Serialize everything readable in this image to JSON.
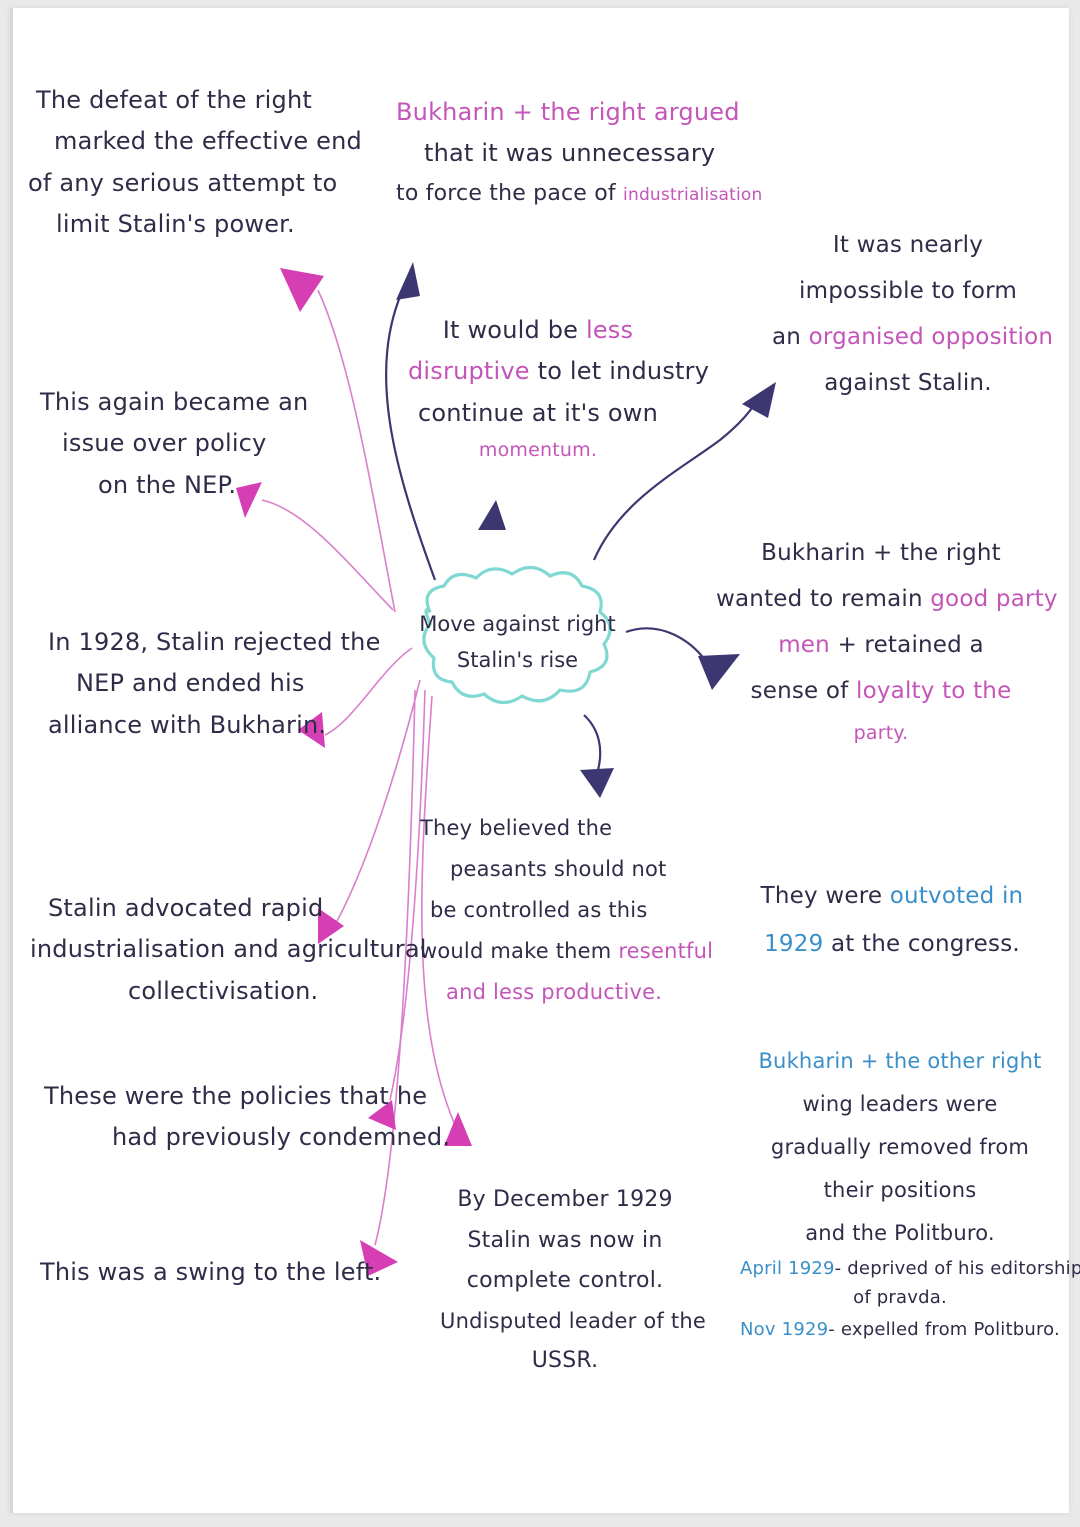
{
  "center": {
    "line1": "Move against right",
    "line2": "Stalin's rise"
  },
  "notes": {
    "defeat": {
      "lines": [
        "The defeat of the right",
        "marked the effective end",
        "of any serious attempt to",
        "limit Stalin's power."
      ]
    },
    "again": {
      "lines": [
        "This again became an",
        "issue over policy",
        "on the NEP."
      ]
    },
    "y1928": {
      "lines": [
        "In 1928, Stalin rejected the",
        "NEP and ended his",
        "alliance with Bukharin."
      ]
    },
    "advocated": {
      "lines": [
        "Stalin advocated rapid",
        "industrialisation and agricultural",
        "collectivisation."
      ]
    },
    "policies": {
      "lines": [
        "These were the policies that he",
        "had previously condemned."
      ]
    },
    "swing": {
      "text": "This was a swing to the left."
    },
    "argued": {
      "line1": "Bukharin + the right argued",
      "line2": "that it was unnecessary",
      "line3_a": "to force the pace of ",
      "line3_b": "industrialisation"
    },
    "lessdisruptive": {
      "line1_a": "It would be ",
      "line1_b": "less",
      "line2_a": "disruptive",
      "line2_b": " to let industry",
      "line3": "continue at it's own",
      "line4": "momentum."
    },
    "nearly": {
      "line1": "It was nearly",
      "line2": "impossible to form",
      "line3_a": "an ",
      "line3_b": "organised opposition",
      "line4": "against Stalin."
    },
    "loyal": {
      "line1": "Bukharin + the right",
      "line2_a": "wanted to remain ",
      "line2_b": "good party",
      "line3_a": "men",
      "line3_b": " + retained a",
      "line4_a": "sense of ",
      "line4_b": "loyalty to the",
      "line5": "party."
    },
    "peasants": {
      "line1": "They believed the",
      "line2": "peasants should not",
      "line3": "be controlled as this",
      "line4_a": "would make them ",
      "line4_b": "resentful",
      "line5": "and less productive."
    },
    "outvoted": {
      "line1_a": "They were ",
      "line1_b": "outvoted",
      "line1_c": " in",
      "line2_a": "1929",
      "line2_b": " at the congress."
    },
    "december": {
      "line1": "By December 1929",
      "line2": "Stalin was now in",
      "line3": "complete control.",
      "line4": "Undisputed leader of the",
      "line5": "USSR."
    },
    "removed": {
      "line1": "Bukharin + the other right",
      "line2": "wing leaders were",
      "line3": "gradually removed from",
      "line4": "their positions",
      "line5": "and the Politburo.",
      "line6_a": "April 1929",
      "line6_b": "- deprived of his editorship",
      "line7": "of pravda.",
      "line8_a": "Nov 1929",
      "line8_b": "- expelled from Politburo."
    }
  },
  "colors": {
    "ink_dark": "#2f2c48",
    "ink_pink": "#c455b9",
    "ink_blue": "#3a8fc9",
    "cloud_teal": "#7fd8d2",
    "arrow_navy": "#3c3770",
    "arrow_magenta": "#d63fb4"
  }
}
